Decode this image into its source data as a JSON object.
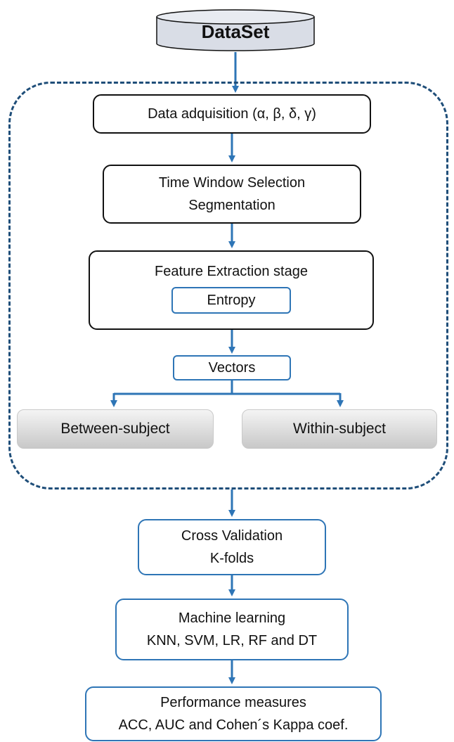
{
  "dataset": {
    "label": "DataSet"
  },
  "steps": {
    "acquisition": "Data adquisition (α, β, δ, γ)",
    "window_line1": "Time Window Selection",
    "window_line2": "Segmentation",
    "feature": "Feature Extraction stage",
    "entropy": "Entropy",
    "vectors": "Vectors",
    "between": "Between-subject",
    "within": "Within-subject",
    "cv_line1": "Cross Validation",
    "cv_line2": "K-folds",
    "ml_line1": "Machine learning",
    "ml_line2": "KNN, SVM, LR, RF and DT",
    "perf_line1": "Performance measures",
    "perf_line2": "ACC, AUC and Cohen´s Kappa coef."
  },
  "colors": {
    "arrow": "#2e75b6",
    "group_border": "#1f4e79",
    "cylinder": "#d9dde6"
  }
}
